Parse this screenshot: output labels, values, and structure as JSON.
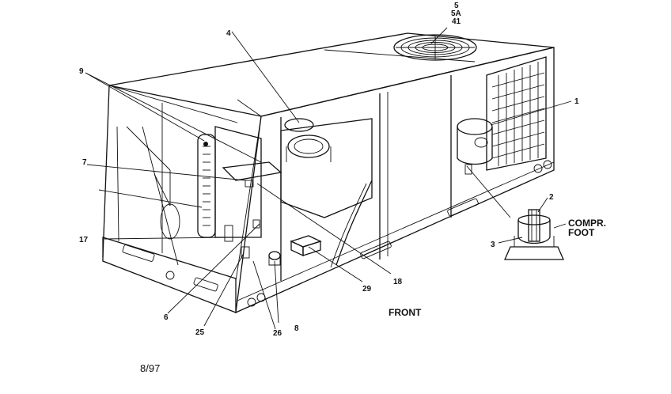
{
  "callouts": {
    "c1": "1",
    "c2": "2",
    "c3": "3",
    "c4": "4",
    "c5": "5",
    "c5a": "5A",
    "c41": "41",
    "c6": "6",
    "c7": "7",
    "c8": "8",
    "c9": "9",
    "c17": "17",
    "c18": "18",
    "c25": "25",
    "c26": "26",
    "c29": "29"
  },
  "labels": {
    "front": "FRONT",
    "compr_line1": "COMPR.",
    "compr_line2": "FOOT",
    "date": "8/97"
  }
}
